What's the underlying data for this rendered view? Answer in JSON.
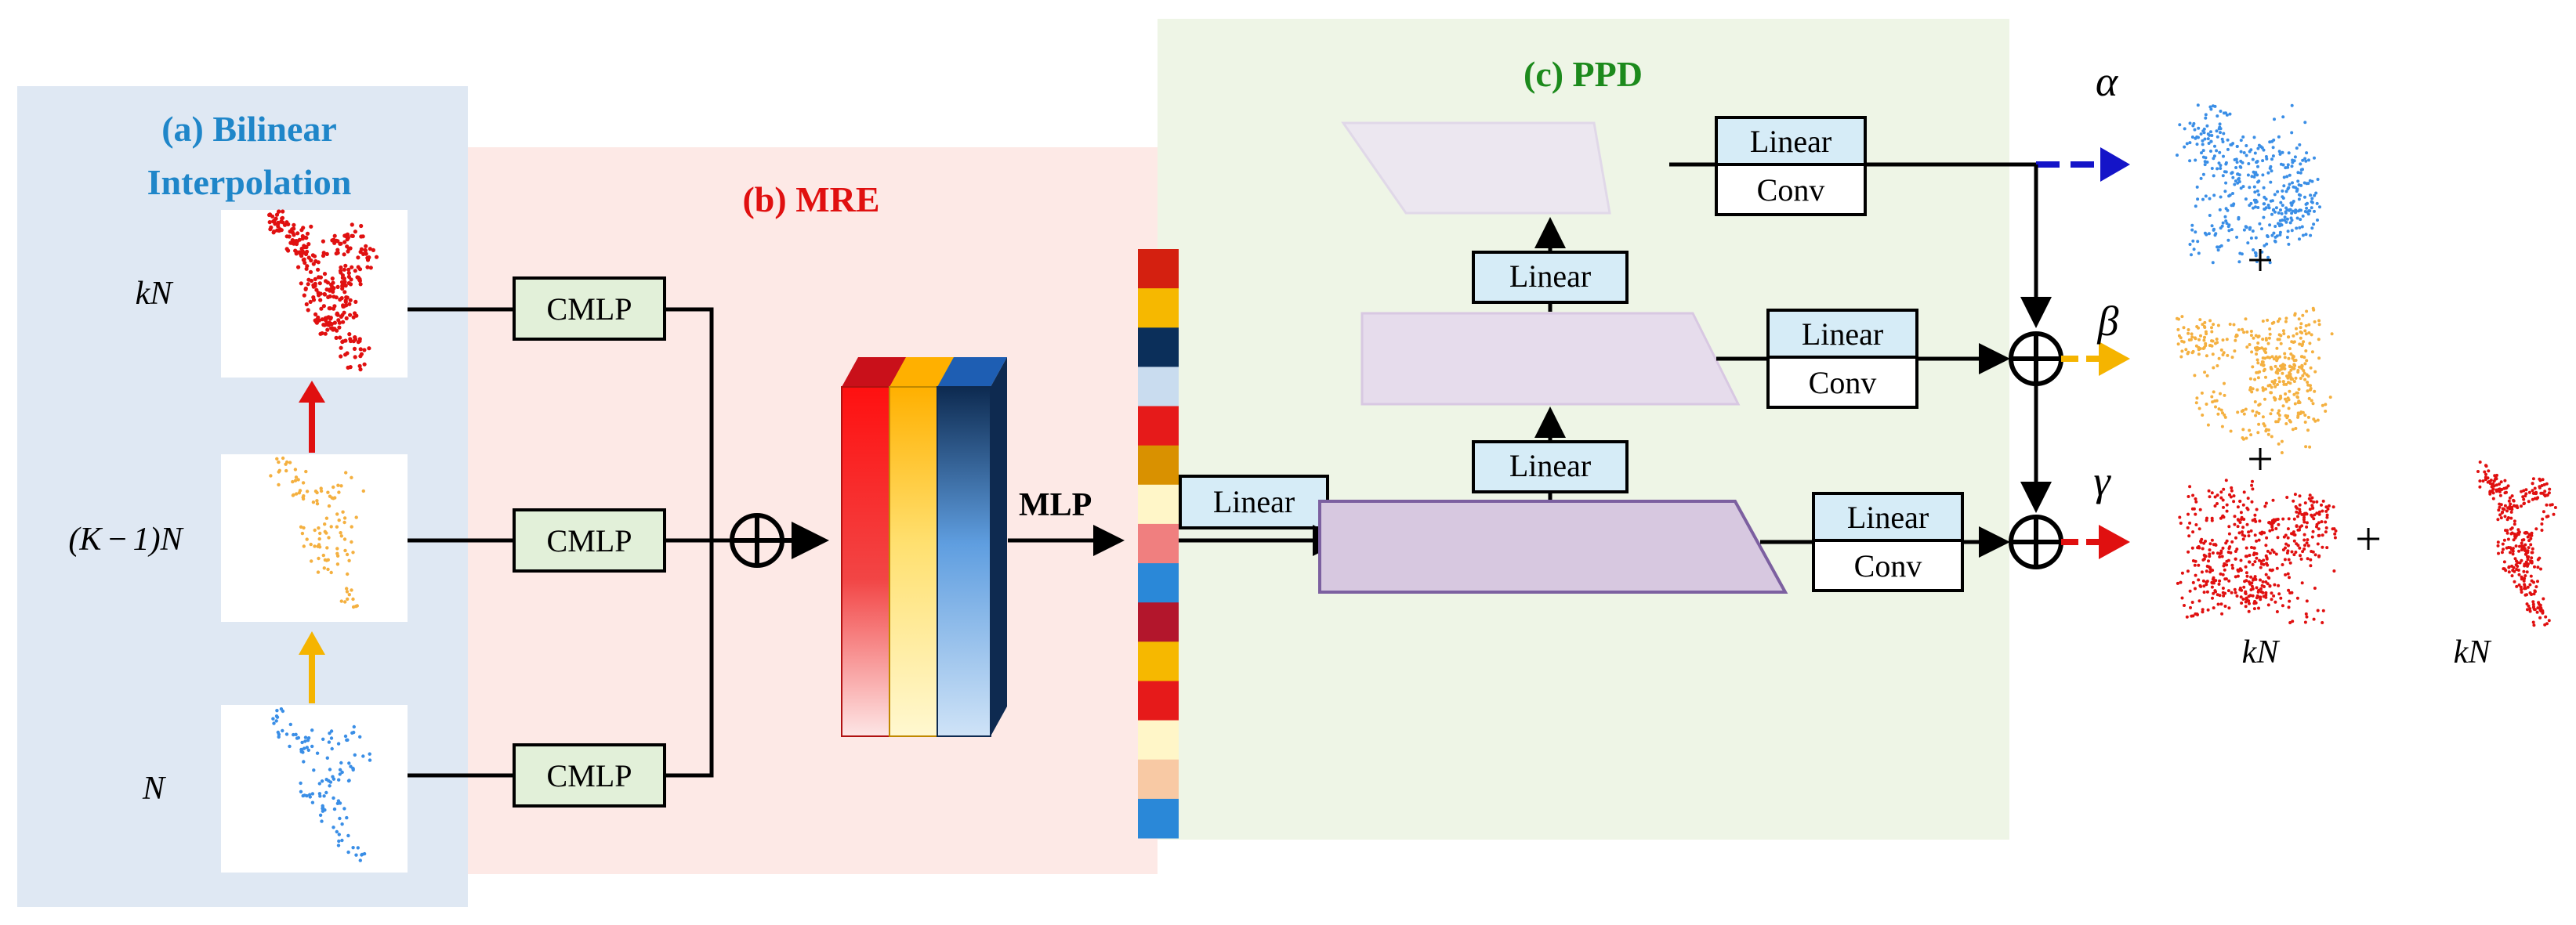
{
  "panels": {
    "a": {
      "title_line1": "(a) Bilinear",
      "title_line2": "Interpolation",
      "color": "#1f86c9"
    },
    "b": {
      "title": "(b) MRE",
      "color": "#e01010"
    },
    "c": {
      "title": "(c) PPD",
      "color": "#1c8a1c"
    }
  },
  "inputs": {
    "top_label": "kN",
    "mid_label_parts": [
      "(K",
      "−",
      "1)N"
    ],
    "bottom_label": "N"
  },
  "cmlp": {
    "label": "CMLP"
  },
  "mre": {
    "mlp_label": "MLP",
    "linear_label": "Linear"
  },
  "ppd": {
    "linear_label": "Linear",
    "conv_label": "Conv",
    "coefficients": {
      "alpha": "α",
      "beta": "β",
      "gamma": "γ"
    }
  },
  "outputs": {
    "plus": "+",
    "label_kN": "kN"
  },
  "colors": {
    "blue_points": "#3a8ee6",
    "orange_points": "#f4b040",
    "red_points": "#e01010",
    "cmlp_fill": "#e2f0d9",
    "linear_fill": "#d6ecf7",
    "panel_a_bg": "#dfe8f3",
    "panel_b_bg": "#fde9e6",
    "panel_c_bg": "#eef5e6",
    "feature_strip": [
      "#d42010",
      "#f6b800",
      "#0b2f5a",
      "#c9dcef",
      "#e61a1a",
      "#d99100",
      "#fff6c8",
      "#f07f7f",
      "#2a88d8",
      "#b3162c",
      "#f6b800",
      "#e61a1a",
      "#fff6c8",
      "#f8c9a4",
      "#2a88d8"
    ]
  }
}
